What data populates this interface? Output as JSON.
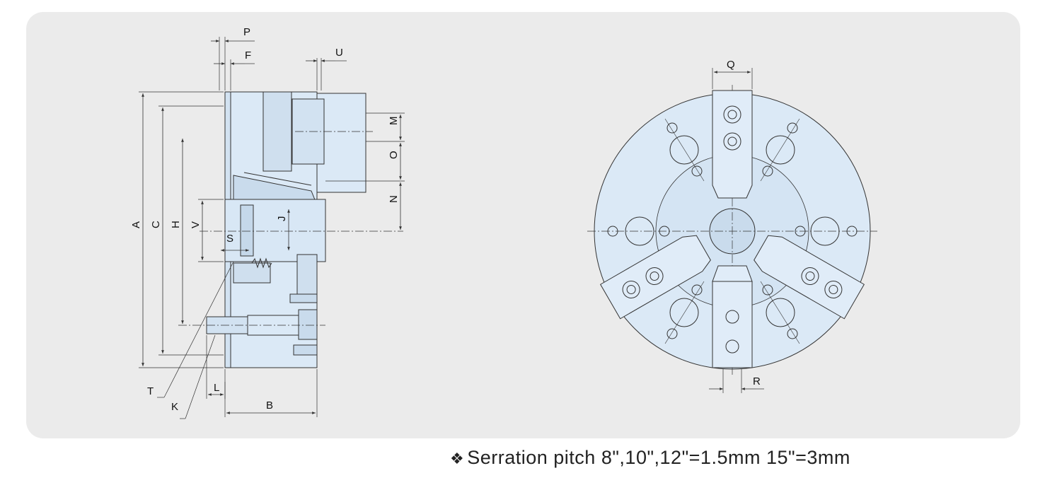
{
  "side_view": {
    "labels": {
      "A": "A",
      "B": "B",
      "C": "C",
      "F": "F",
      "H": "H",
      "J": "J",
      "K": "K",
      "L": "L",
      "M": "M",
      "N": "N",
      "O": "O",
      "P": "P",
      "S": "S",
      "T": "T",
      "U": "U",
      "V": "V"
    }
  },
  "front_view": {
    "labels": {
      "Q": "Q",
      "R": "R"
    }
  },
  "caption": {
    "mark": "❖",
    "text": "Serration pitch 8\",10\",12\"=1.5mm   15\"=3mm"
  },
  "colors": {
    "panel": "#ebebeb",
    "body": "#dbe9f6",
    "line": "#333333"
  }
}
